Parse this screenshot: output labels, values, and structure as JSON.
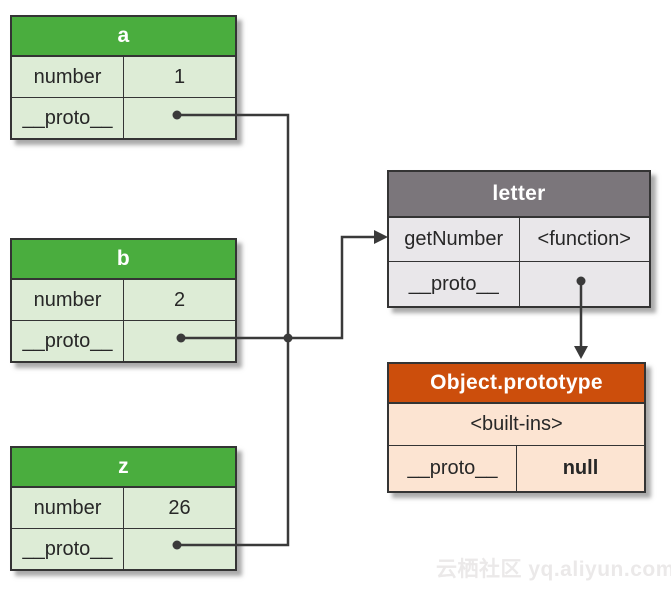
{
  "diagram": {
    "tables": {
      "a": {
        "title": "a",
        "rows": [
          {
            "key": "number",
            "value": "1"
          },
          {
            "key": "__proto__",
            "value": ""
          }
        ]
      },
      "b": {
        "title": "b",
        "rows": [
          {
            "key": "number",
            "value": "2"
          },
          {
            "key": "__proto__",
            "value": ""
          }
        ]
      },
      "z": {
        "title": "z",
        "rows": [
          {
            "key": "number",
            "value": "26"
          },
          {
            "key": "__proto__",
            "value": ""
          }
        ]
      },
      "letter": {
        "title": "letter",
        "rows": [
          {
            "key": "getNumber",
            "value": "<function>"
          },
          {
            "key": "__proto__",
            "value": ""
          }
        ]
      },
      "object_prototype": {
        "title": "Object.prototype",
        "builtins": "<built-ins>",
        "rows": [
          {
            "key": "__proto__",
            "value": "null"
          }
        ]
      }
    },
    "relations": [
      "a.__proto__ -> letter",
      "b.__proto__ -> letter",
      "z.__proto__ -> letter",
      "letter.__proto__ -> Object.prototype"
    ],
    "colors": {
      "green_header": "#4aad3e",
      "green_row": "#ddecd6",
      "gray_header": "#7b767b",
      "gray_row": "#e9e7ea",
      "orange_header": "#cc4e0c",
      "orange_row": "#fce4d2",
      "border": "#343434",
      "arrow_line": "#3a3a3a",
      "header_text": "#ffffff",
      "cell_text": "#272727"
    },
    "watermark": "云栖社区 yq.aliyun.com"
  }
}
